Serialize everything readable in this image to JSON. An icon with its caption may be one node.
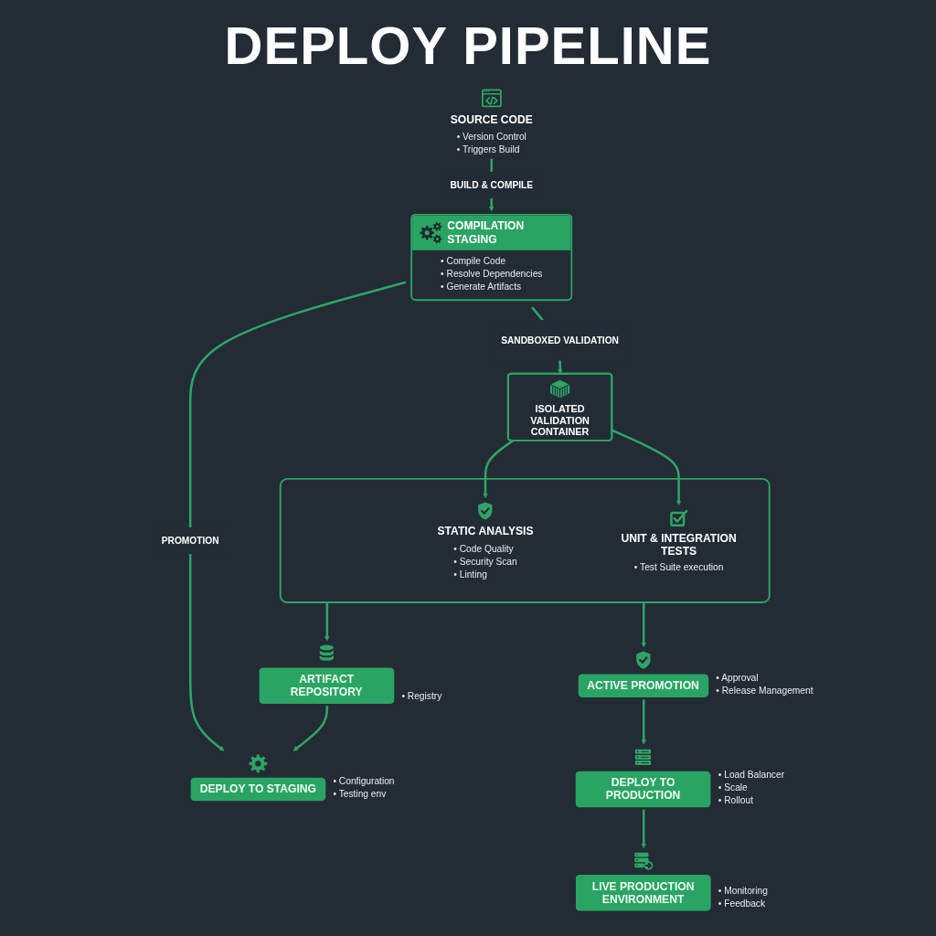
{
  "diagram": {
    "title": "DEPLOY PIPELINE",
    "nodes": [
      {
        "text": [
          "SOURCE CODE",
          "• Version Control",
          "• Triggers Build"
        ]
      },
      {
        "text": [
          "COMPILATION STAGING",
          "• Compile Code",
          "• Resolve Dependencies",
          "• Generate Artifacts"
        ]
      },
      {
        "text": [
          "ISOLATED VALIDATION CONTAINER"
        ]
      },
      {
        "text": [],
        "shape": "box"
      },
      {
        "text": [
          "STATIC ANALYSIS",
          "• Code Quality",
          "• Security Scan",
          "• Linting"
        ],
        "in": 3
      },
      {
        "text": [
          "UNIT & INTEGRATION TESTS",
          "• Test Suite execution"
        ],
        "in": 3
      },
      {
        "text": [
          "DEPLOY TO STAGING"
        ],
        "beside": [
          "• Configuration",
          "• Testing env"
        ]
      },
      {
        "text": [
          "ARTIFACT REPOSITORY"
        ],
        "beside": [
          "• Registry"
        ]
      },
      {
        "text": [
          "ACTIVE PROMOTION"
        ],
        "beside": [
          "• Approval",
          "• Release Management"
        ]
      },
      {
        "text": [
          "DEPLOY TO PRODUCTION"
        ],
        "beside": [
          "• Load Balancer",
          "• Scale",
          "• Rollout"
        ]
      },
      {
        "text": [
          "LIVE PRODUCTION ENVIRONMENT"
        ],
        "beside": [
          "• Monitoring",
          "• Feedback"
        ]
      }
    ],
    "edges": [
      {
        "from": 0,
        "to": 1,
        "arrow": "to",
        "label": "BUILD & COMPILE"
      },
      {
        "from": 1,
        "to": 2,
        "arrow": "to",
        "label": "SANDBOXED VALIDATION"
      },
      {
        "from": 1,
        "to": 6,
        "arrow": "to",
        "label": "PROMOTION"
      },
      {
        "from": 2,
        "to": 4,
        "arrow": "to"
      },
      {
        "from": 2,
        "to": 5,
        "arrow": "to"
      },
      {
        "from": 3,
        "to": 7,
        "arrow": "to"
      },
      {
        "from": 7,
        "to": 6,
        "arrow": "to"
      },
      {
        "from": 3,
        "to": 8,
        "arrow": "to"
      },
      {
        "from": 8,
        "to": 9,
        "arrow": "to"
      },
      {
        "from": 9,
        "to": 10,
        "arrow": "to"
      }
    ]
  }
}
